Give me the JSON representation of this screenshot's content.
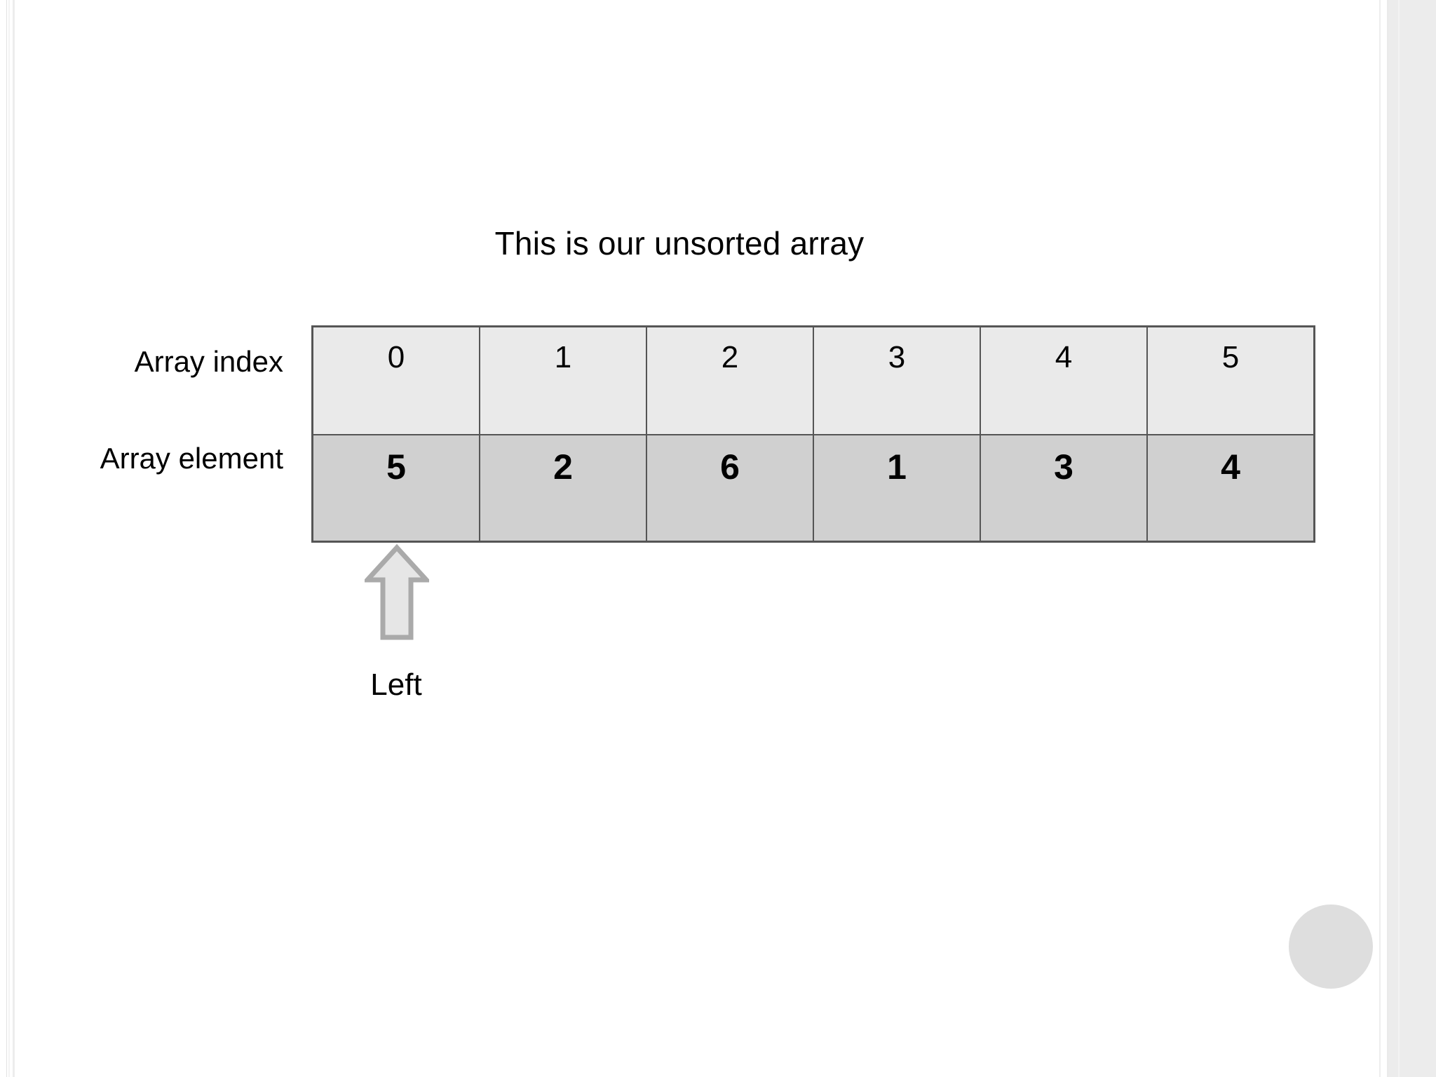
{
  "diagram": {
    "title": "This is our unsorted array",
    "labels": {
      "index_row": "Array index",
      "element_row": "Array element"
    },
    "pointer": {
      "caption": "Left",
      "icon": "arrow-up-icon",
      "points_to_index": 0,
      "fill_color": "#e4e4e4",
      "stroke_color": "#aaaaaa"
    },
    "colors": {
      "index_cell_bg": "#eaeaea",
      "element_cell_bg": "#d0d0d0",
      "cell_border": "#555555",
      "page_bg": "#ffffff",
      "gutter_bg": "#ececec",
      "fab_bg": "#dedede"
    }
  },
  "chart_data": {
    "type": "table",
    "title": "This is our unsorted array",
    "row_headers": [
      "Array index",
      "Array element"
    ],
    "categories": [
      "0",
      "1",
      "2",
      "3",
      "4",
      "5"
    ],
    "indices": [
      0,
      1,
      2,
      3,
      4,
      5
    ],
    "values": [
      5,
      2,
      6,
      1,
      3,
      4
    ],
    "series": [
      {
        "name": "Array index",
        "values": [
          0,
          1,
          2,
          3,
          4,
          5
        ]
      },
      {
        "name": "Array element",
        "values": [
          5,
          2,
          6,
          1,
          3,
          4
        ]
      }
    ],
    "annotations": [
      {
        "label": "Left",
        "at_index": 0,
        "marker": "arrow-up"
      }
    ],
    "xlabel": "",
    "ylabel": "",
    "grid": true,
    "legend": "none"
  },
  "controls": {
    "fab_label": ""
  }
}
